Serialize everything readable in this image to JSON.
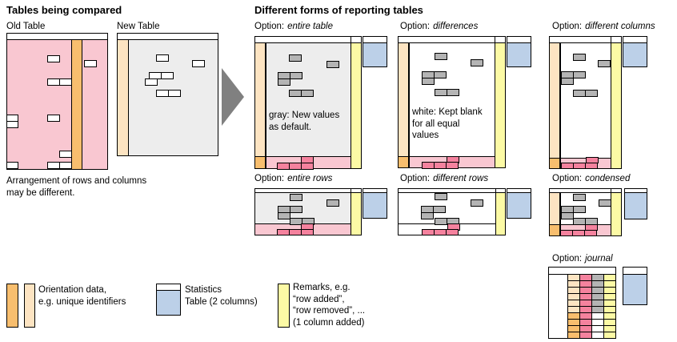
{
  "left_panel": {
    "title": "Tables being compared",
    "old_table_label": "Old Table",
    "new_table_label": "New Table",
    "caption": "Arrangement of rows and columns\nmay be different."
  },
  "right_panel": {
    "title": "Different forms of reporting tables",
    "option_prefix": "Option:",
    "options": {
      "entire_table": {
        "label": "entire table",
        "note": "gray: New values\nas default."
      },
      "differences": {
        "label": "differences",
        "note": "white: Kept blank\nfor all equal\nvalues"
      },
      "different_columns": {
        "label": "different columns"
      },
      "entire_rows": {
        "label": "entire rows"
      },
      "different_rows": {
        "label": "different rows"
      },
      "condensed": {
        "label": "condensed"
      },
      "journal": {
        "label": "journal"
      }
    }
  },
  "legend": {
    "orientation": "Orientation data,\ne.g. unique identifiers",
    "statistics": "Statistics\nTable (2 columns)",
    "remarks": "Remarks, e.g.\n“row added”,\n“row removed”, ...\n(1 column added)"
  },
  "journal": {
    "rows_normal": 6,
    "rows_added": 4,
    "columns_normal": [
      "peach",
      "dark-pink",
      "gray-cell",
      "yellow"
    ],
    "columns_added": [
      "orange",
      "dark-pink",
      "white",
      "yellow"
    ]
  },
  "colors": {
    "white": "#FFFFFF",
    "pink": "#F9C7D1",
    "dark-pink": "#F5829E",
    "peach": "#FDE4C2",
    "orange": "#F8BE6E",
    "gray-body": "#EDEDED",
    "gray-cell": "#B4B4B4",
    "yellow": "#FCFAA5",
    "blue": "#BCD0E8",
    "arrow": "#808080",
    "border": "#000000"
  }
}
